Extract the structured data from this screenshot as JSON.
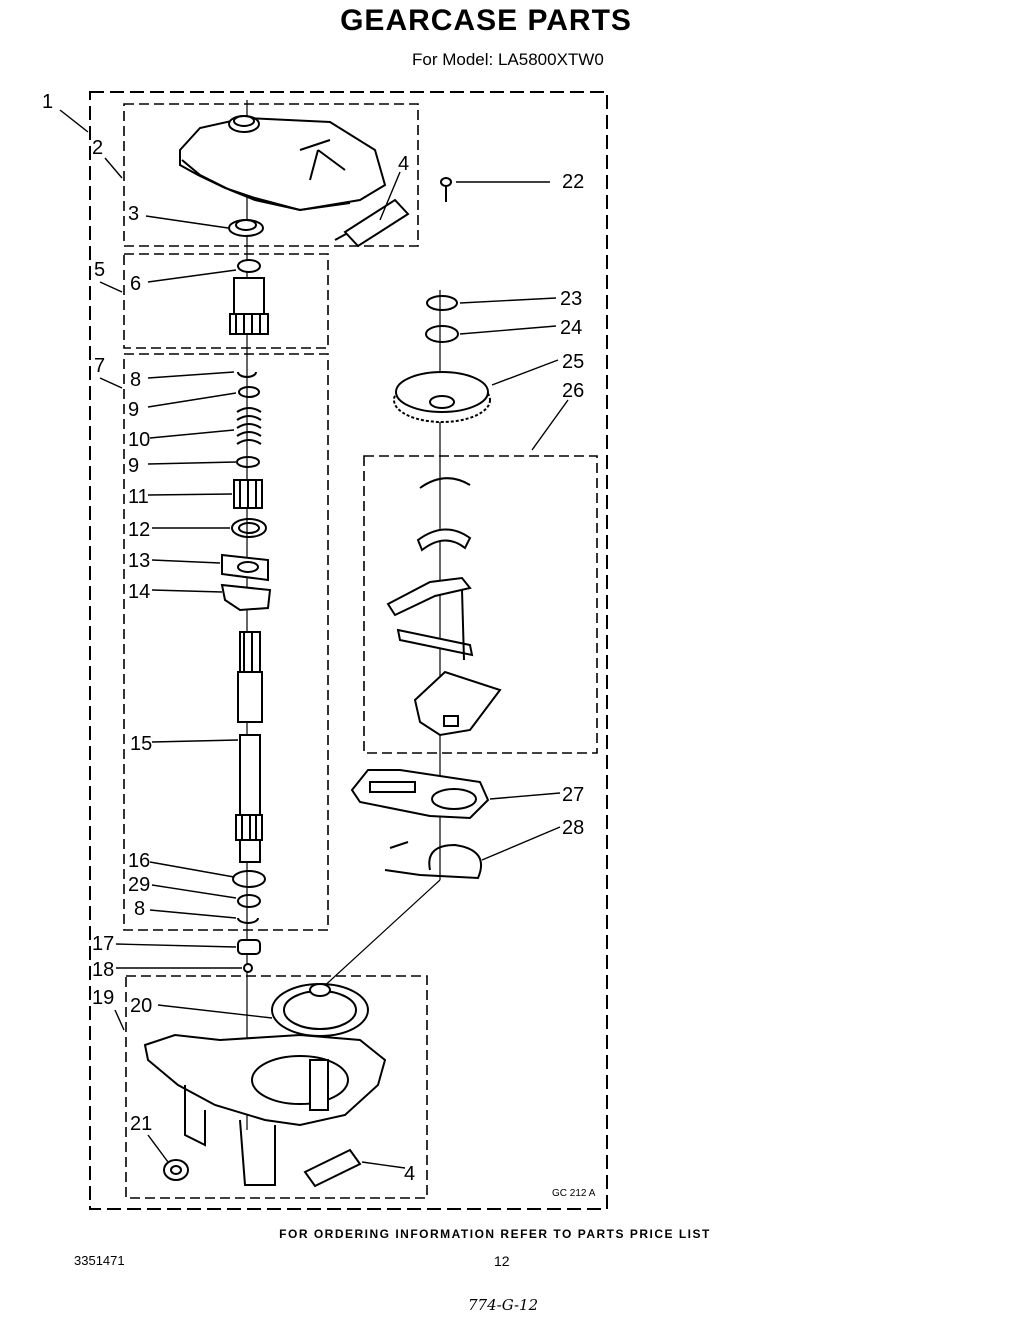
{
  "header": {
    "title": "GEARCASE PARTS",
    "model": "For Model: LA5800XTW0"
  },
  "callouts": [
    {
      "label": "1"
    },
    {
      "label": "2"
    },
    {
      "label": "3"
    },
    {
      "label": "4"
    },
    {
      "label": "22"
    },
    {
      "label": "5"
    },
    {
      "label": "6"
    },
    {
      "label": "7"
    },
    {
      "label": "8"
    },
    {
      "label": "9"
    },
    {
      "label": "10"
    },
    {
      "label": "9"
    },
    {
      "label": "11"
    },
    {
      "label": "12"
    },
    {
      "label": "13"
    },
    {
      "label": "14"
    },
    {
      "label": "15"
    },
    {
      "label": "16"
    },
    {
      "label": "29"
    },
    {
      "label": "8"
    },
    {
      "label": "17"
    },
    {
      "label": "18"
    },
    {
      "label": "19"
    },
    {
      "label": "20"
    },
    {
      "label": "21"
    },
    {
      "label": "4"
    },
    {
      "label": "23"
    },
    {
      "label": "24"
    },
    {
      "label": "25"
    },
    {
      "label": "26"
    },
    {
      "label": "27"
    },
    {
      "label": "28"
    }
  ],
  "art_code": "GC 212 A",
  "footer": {
    "note": "FOR ORDERING INFORMATION REFER TO PARTS PRICE LIST",
    "doc_number": "3351471",
    "page_number": "12",
    "handwritten": "774-G-12"
  }
}
